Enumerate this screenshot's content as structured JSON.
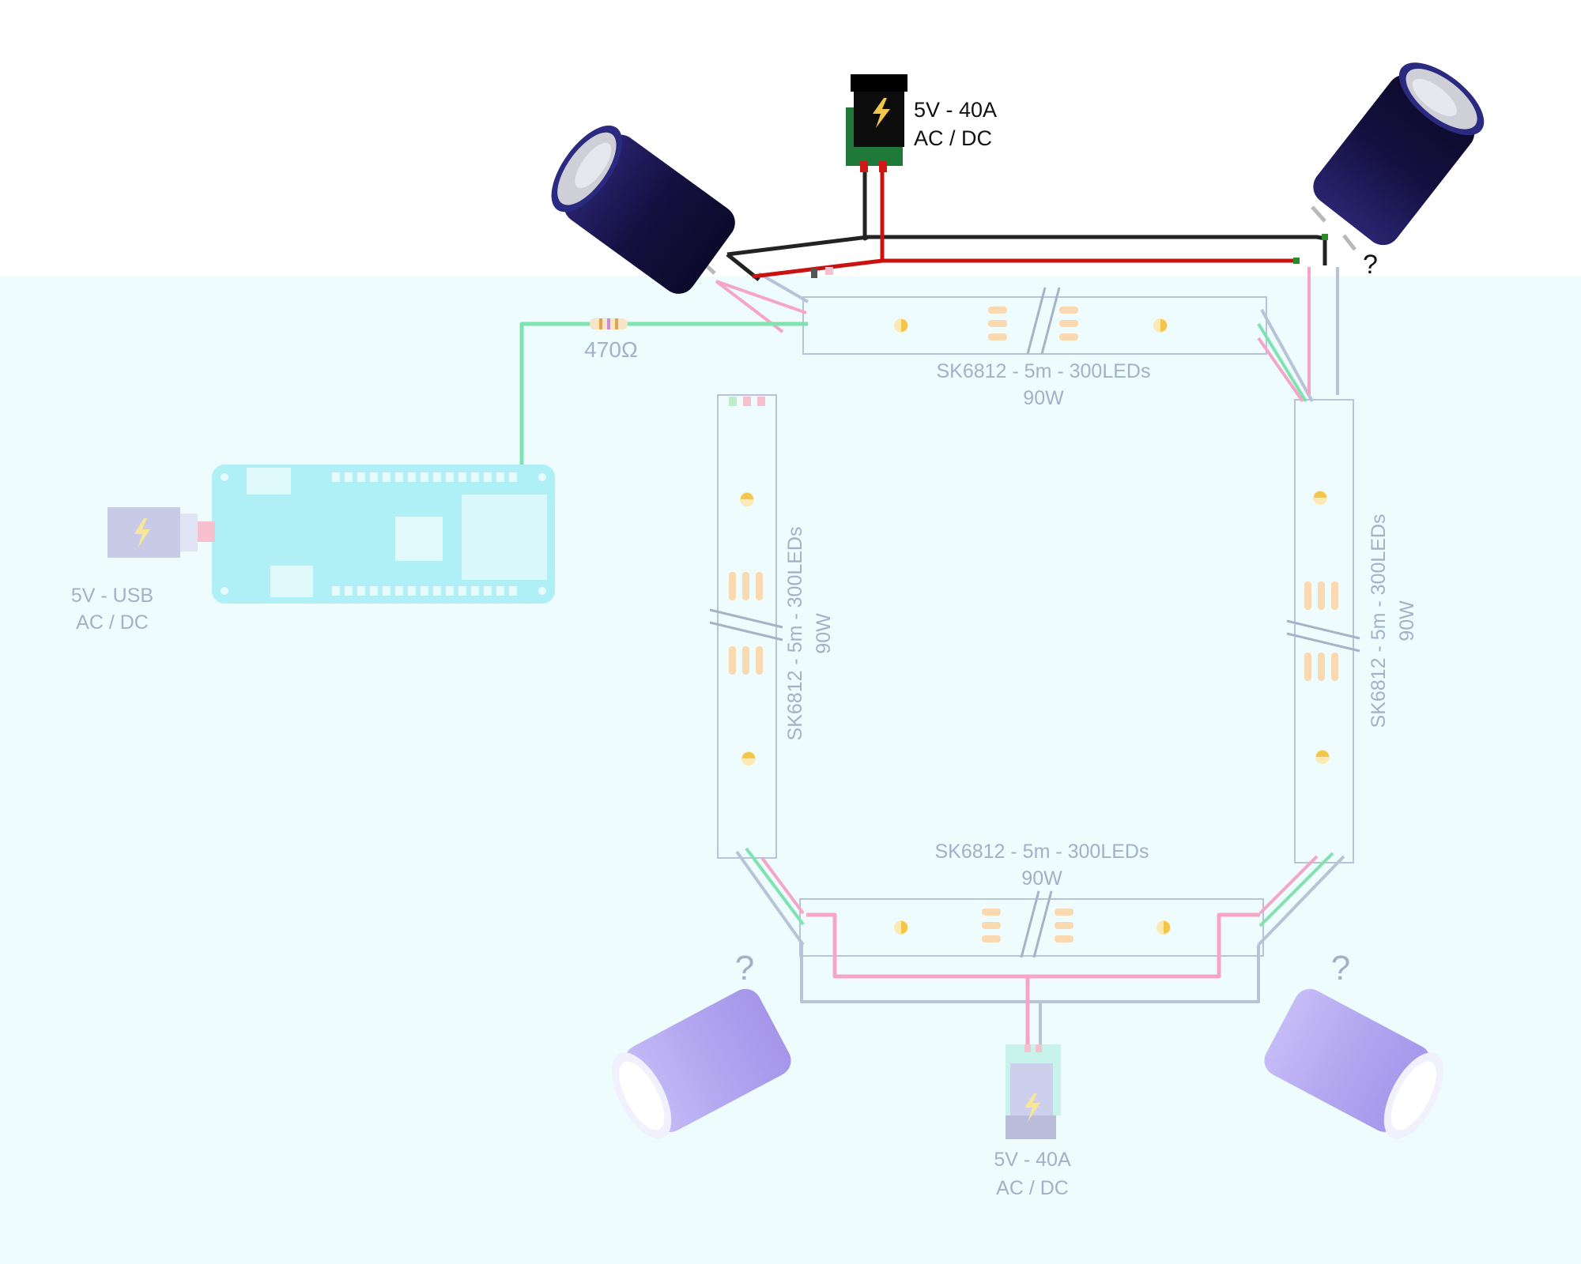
{
  "colors": {
    "background_top": "#ffffff",
    "background_faded": "#eefcfd",
    "wire_red": "#cc1111",
    "wire_black": "#222222",
    "wire_data": "#7fe3b0",
    "wire_pink": "#f5a6c8",
    "wire_gray": "#b9c3d8",
    "capacitor": "#151040",
    "capacitor_faded": "#b6a9f2",
    "board_faded": "#aef0f5",
    "label_active": "#111111",
    "label_faded": "#a2b0c8"
  },
  "power_supply_top": {
    "line1": "5V - 40A",
    "line2": "AC / DC",
    "icon": "lightning-bolt-icon"
  },
  "power_supply_bottom": {
    "line1": "5V - 40A",
    "line2": "AC / DC",
    "icon": "lightning-bolt-icon"
  },
  "usb_supply": {
    "line1": "5V - USB",
    "line2": "AC / DC",
    "icon": "lightning-bolt-icon"
  },
  "resistor": {
    "label": "470Ω"
  },
  "led_strips": {
    "top": {
      "line1": "SK6812 - 5m - 300LEDs",
      "line2": "90W"
    },
    "bottom": {
      "line1": "SK6812 - 5m - 300LEDs",
      "line2": "90W"
    },
    "left": {
      "line1": "SK6812 - 5m - 300LEDs",
      "line2": "90W"
    },
    "right": {
      "line1": "SK6812 - 5m - 300LEDs",
      "line2": "90W"
    }
  },
  "unknown_marks": [
    "?",
    "?",
    "?"
  ]
}
